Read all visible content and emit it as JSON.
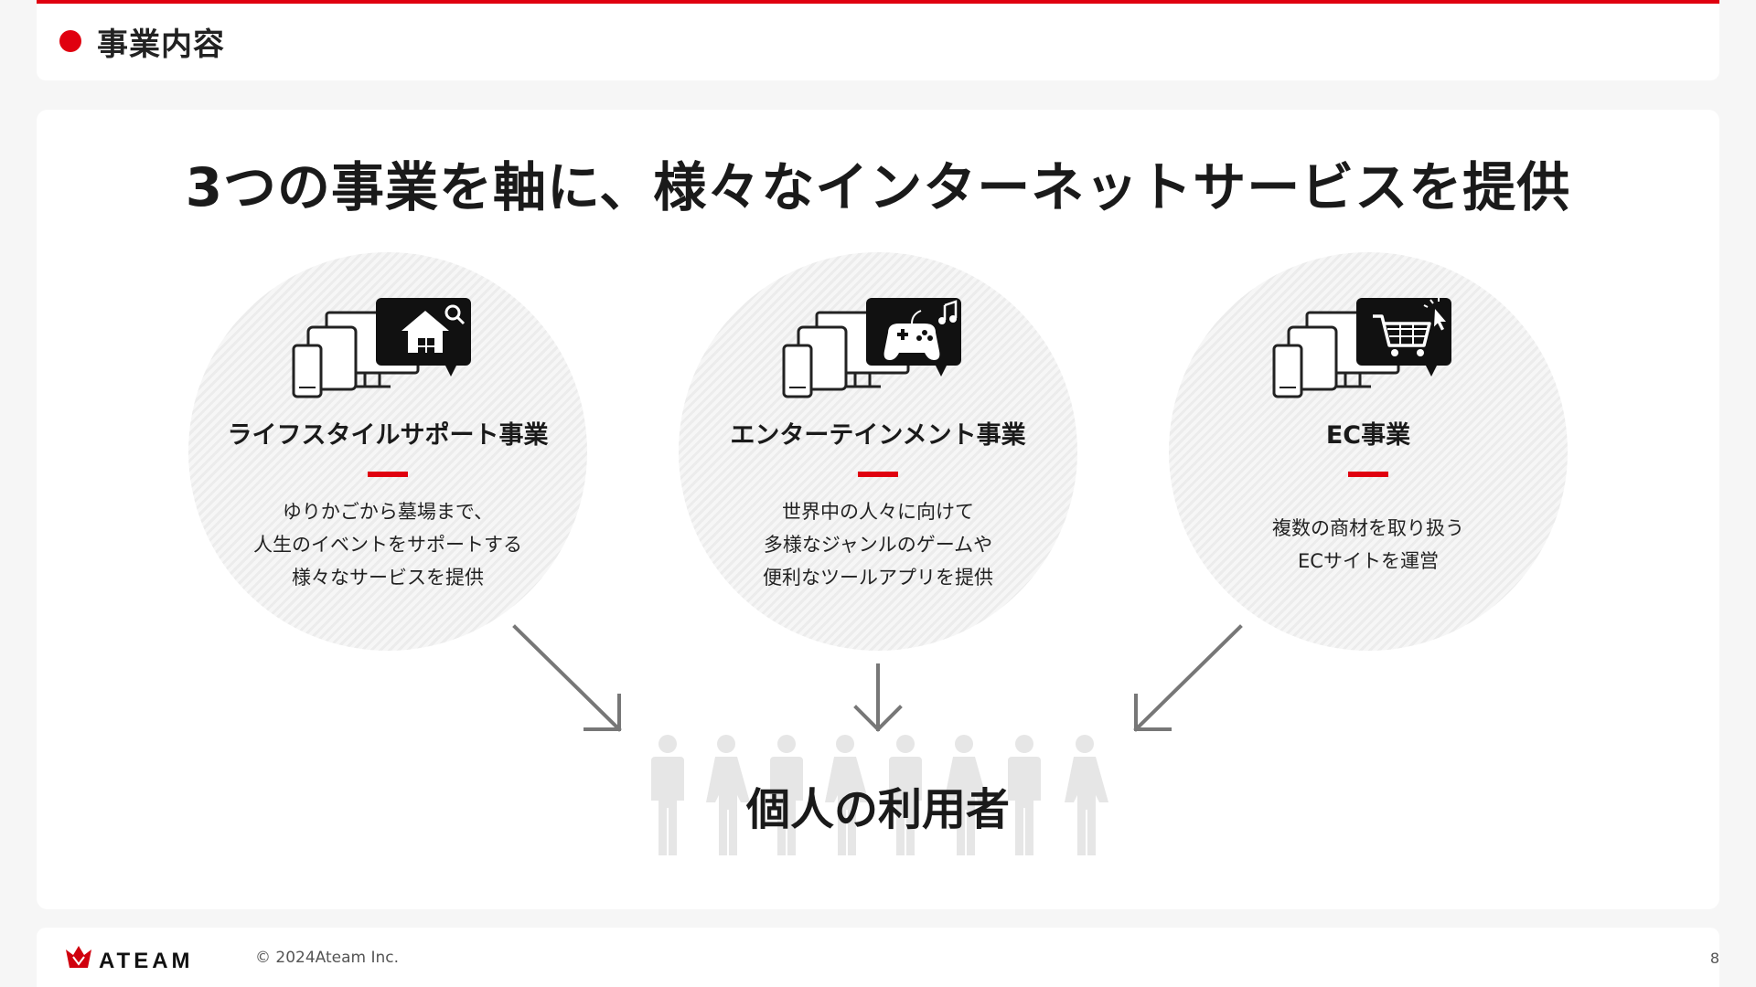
{
  "header": {
    "title": "事業内容"
  },
  "headline": "3つの事業を軸に、様々なインターネットサービスを提供",
  "businesses": [
    {
      "title": "ライフスタイルサポート事業",
      "icon": "house-search-icon",
      "lines": [
        "ゆりかごから墓場まで、",
        "人生のイベントをサポートする",
        "様々なサービスを提供"
      ]
    },
    {
      "title": "エンターテインメント事業",
      "icon": "gamepad-music-icon",
      "lines": [
        "世界中の人々に向けて",
        "多様なジャンルのゲームや",
        "便利なツールアプリを提供"
      ]
    },
    {
      "title": "EC事業",
      "icon": "shopping-cart-icon",
      "lines": [
        "複数の商材を取り扱う",
        "ECサイトを運営"
      ]
    }
  ],
  "users_label": "個人の利用者",
  "footer": {
    "logo_text": "ATEAM",
    "copyright": "© 2024Ateam Inc.",
    "page_number": "8"
  },
  "colors": {
    "accent": "#e0000f",
    "text": "#222222",
    "circle": "#eeeeee",
    "arrow": "#777777",
    "people": "#e6e6e6"
  }
}
